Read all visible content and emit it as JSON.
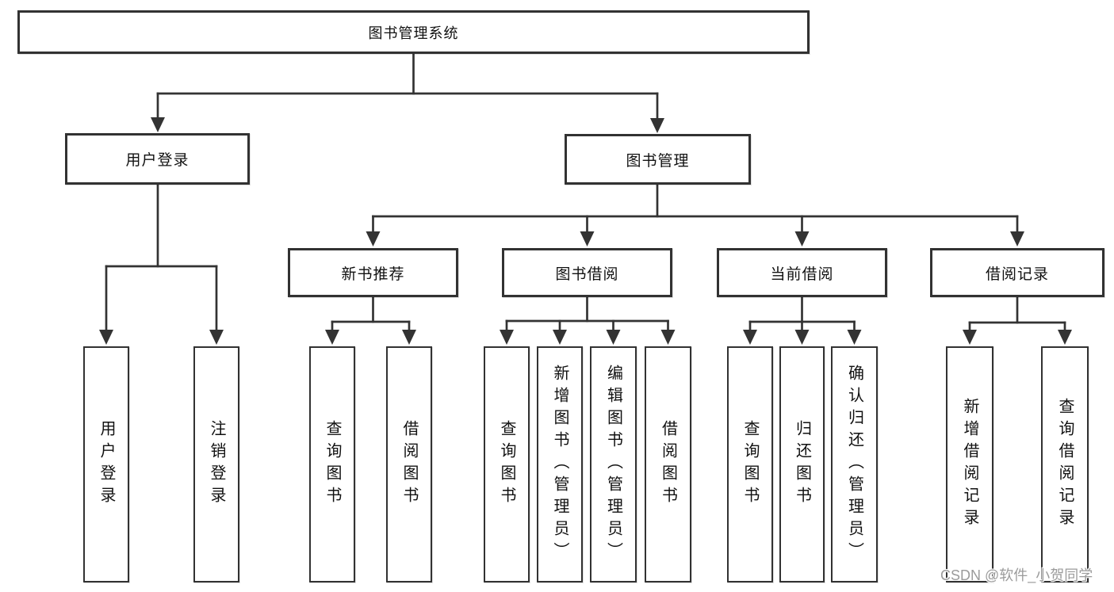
{
  "tree": {
    "root": "图书管理系统",
    "user_login": {
      "label": "用户登录",
      "children": [
        "用户登录",
        "注销登录"
      ]
    },
    "book_mgmt": {
      "label": "图书管理",
      "groups": [
        {
          "label": "新书推荐",
          "children": [
            "查询图书",
            "借阅图书"
          ]
        },
        {
          "label": "图书借阅",
          "children": [
            "查询图书",
            "新增图书（管理员）",
            "编辑图书（管理员）",
            "借阅图书"
          ]
        },
        {
          "label": "当前借阅",
          "children": [
            "查询图书",
            "归还图书",
            "确认归还（管理员）"
          ]
        },
        {
          "label": "借阅记录",
          "children": [
            "新增借阅记录",
            "查询借阅记录"
          ]
        }
      ]
    }
  },
  "watermark": "CSDN @软件_小贺同学",
  "colors": {
    "line": "#333333",
    "border": "#323232",
    "text": "#111111",
    "watermark_text": "#9b9b9b",
    "background": "#ffffff"
  }
}
